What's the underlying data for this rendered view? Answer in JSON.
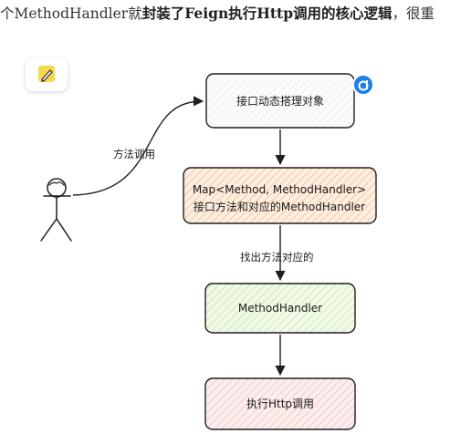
{
  "header": {
    "prefix": "个MethodHandler就",
    "bold": "封装了Feign执行Http调用的核心逻辑",
    "suffix": "，很重"
  },
  "nodes": {
    "proxy": "接口动态搭理对象",
    "map_line1": "Map<Method, MethodHandler>",
    "map_line2": "接口方法和对应的MethodHandler",
    "handler": "MethodHandler",
    "exec": "执行Http调用"
  },
  "edges": {
    "call": "方法调用",
    "find": "找出方法对应的"
  },
  "colors": {
    "proxy_fill": "#f7f7f7",
    "map_fill": "#fbe2cc",
    "handler_fill": "#e4f3d2",
    "exec_fill": "#f9dcdc",
    "stroke": "#1f1f1f",
    "edit_badge": "#1e7fe6"
  },
  "icons": {
    "widget": "edit-pencil-icon",
    "badge": "edit-badge-icon",
    "actor": "stick-figure-icon"
  }
}
